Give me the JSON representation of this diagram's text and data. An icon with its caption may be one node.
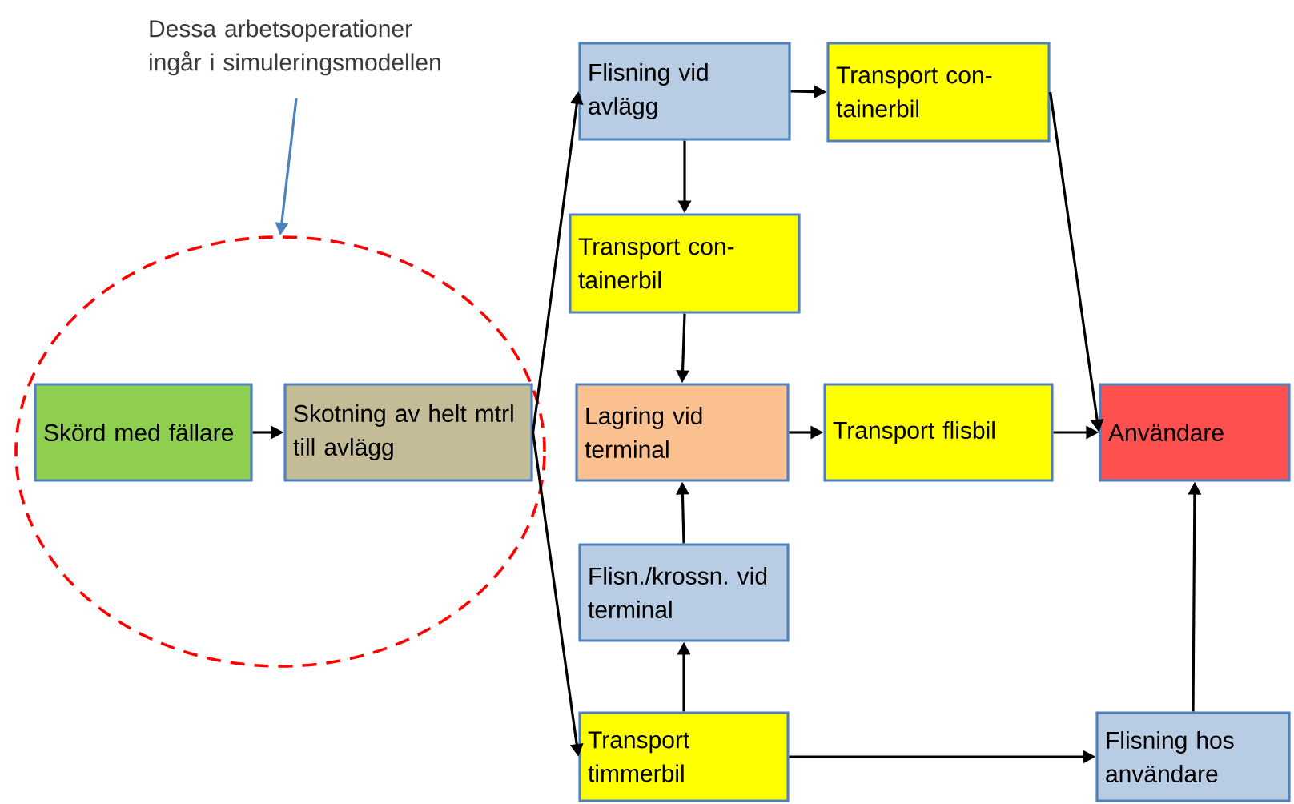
{
  "diagram": {
    "nodes": [
      {
        "text": [
          "Dessa arbetsoperationer ingår i simuleringsmodellen"
        ]
      },
      {
        "text": [],
        "shape": "ellipse"
      },
      {
        "text": [
          "Skörd med fällare"
        ],
        "in": 1
      },
      {
        "text": [
          "Skotning av helt mtrl till avlägg"
        ],
        "in": 1
      },
      {
        "text": [
          "Flisning vid avlägg"
        ]
      },
      {
        "text": [
          "Transport con-tainerbil"
        ]
      },
      {
        "text": [
          "Transport con-tainerbil"
        ]
      },
      {
        "text": [
          "Lagring vid terminal"
        ]
      },
      {
        "text": [
          "Transport flisbil"
        ]
      },
      {
        "text": [
          "Användare"
        ]
      },
      {
        "text": [
          "Flisn./krossn. vid terminal"
        ]
      },
      {
        "text": [
          "Transport timmerbil"
        ]
      },
      {
        "text": [
          "Flisning hos användare"
        ]
      }
    ],
    "edges": [
      {
        "from": 0,
        "to": 1,
        "arrow": "to",
        "color": "#4f81bd"
      },
      {
        "from": 2,
        "to": 3,
        "arrow": "to"
      },
      {
        "from": 3,
        "to": 4,
        "arrow": "to"
      },
      {
        "from": 3,
        "to": 11,
        "arrow": "to"
      },
      {
        "from": 4,
        "to": 5,
        "arrow": "to"
      },
      {
        "from": 4,
        "to": 6,
        "arrow": "to"
      },
      {
        "from": 6,
        "to": 7,
        "arrow": "to"
      },
      {
        "from": 7,
        "to": 8,
        "arrow": "to"
      },
      {
        "from": 8,
        "to": 9,
        "arrow": "to"
      },
      {
        "from": 5,
        "to": 9,
        "arrow": "to"
      },
      {
        "from": 10,
        "to": 7,
        "arrow": "to"
      },
      {
        "from": 11,
        "to": 10,
        "arrow": "to"
      },
      {
        "from": 11,
        "to": 12,
        "arrow": "to"
      },
      {
        "from": 12,
        "to": 9,
        "arrow": "to"
      }
    ]
  }
}
